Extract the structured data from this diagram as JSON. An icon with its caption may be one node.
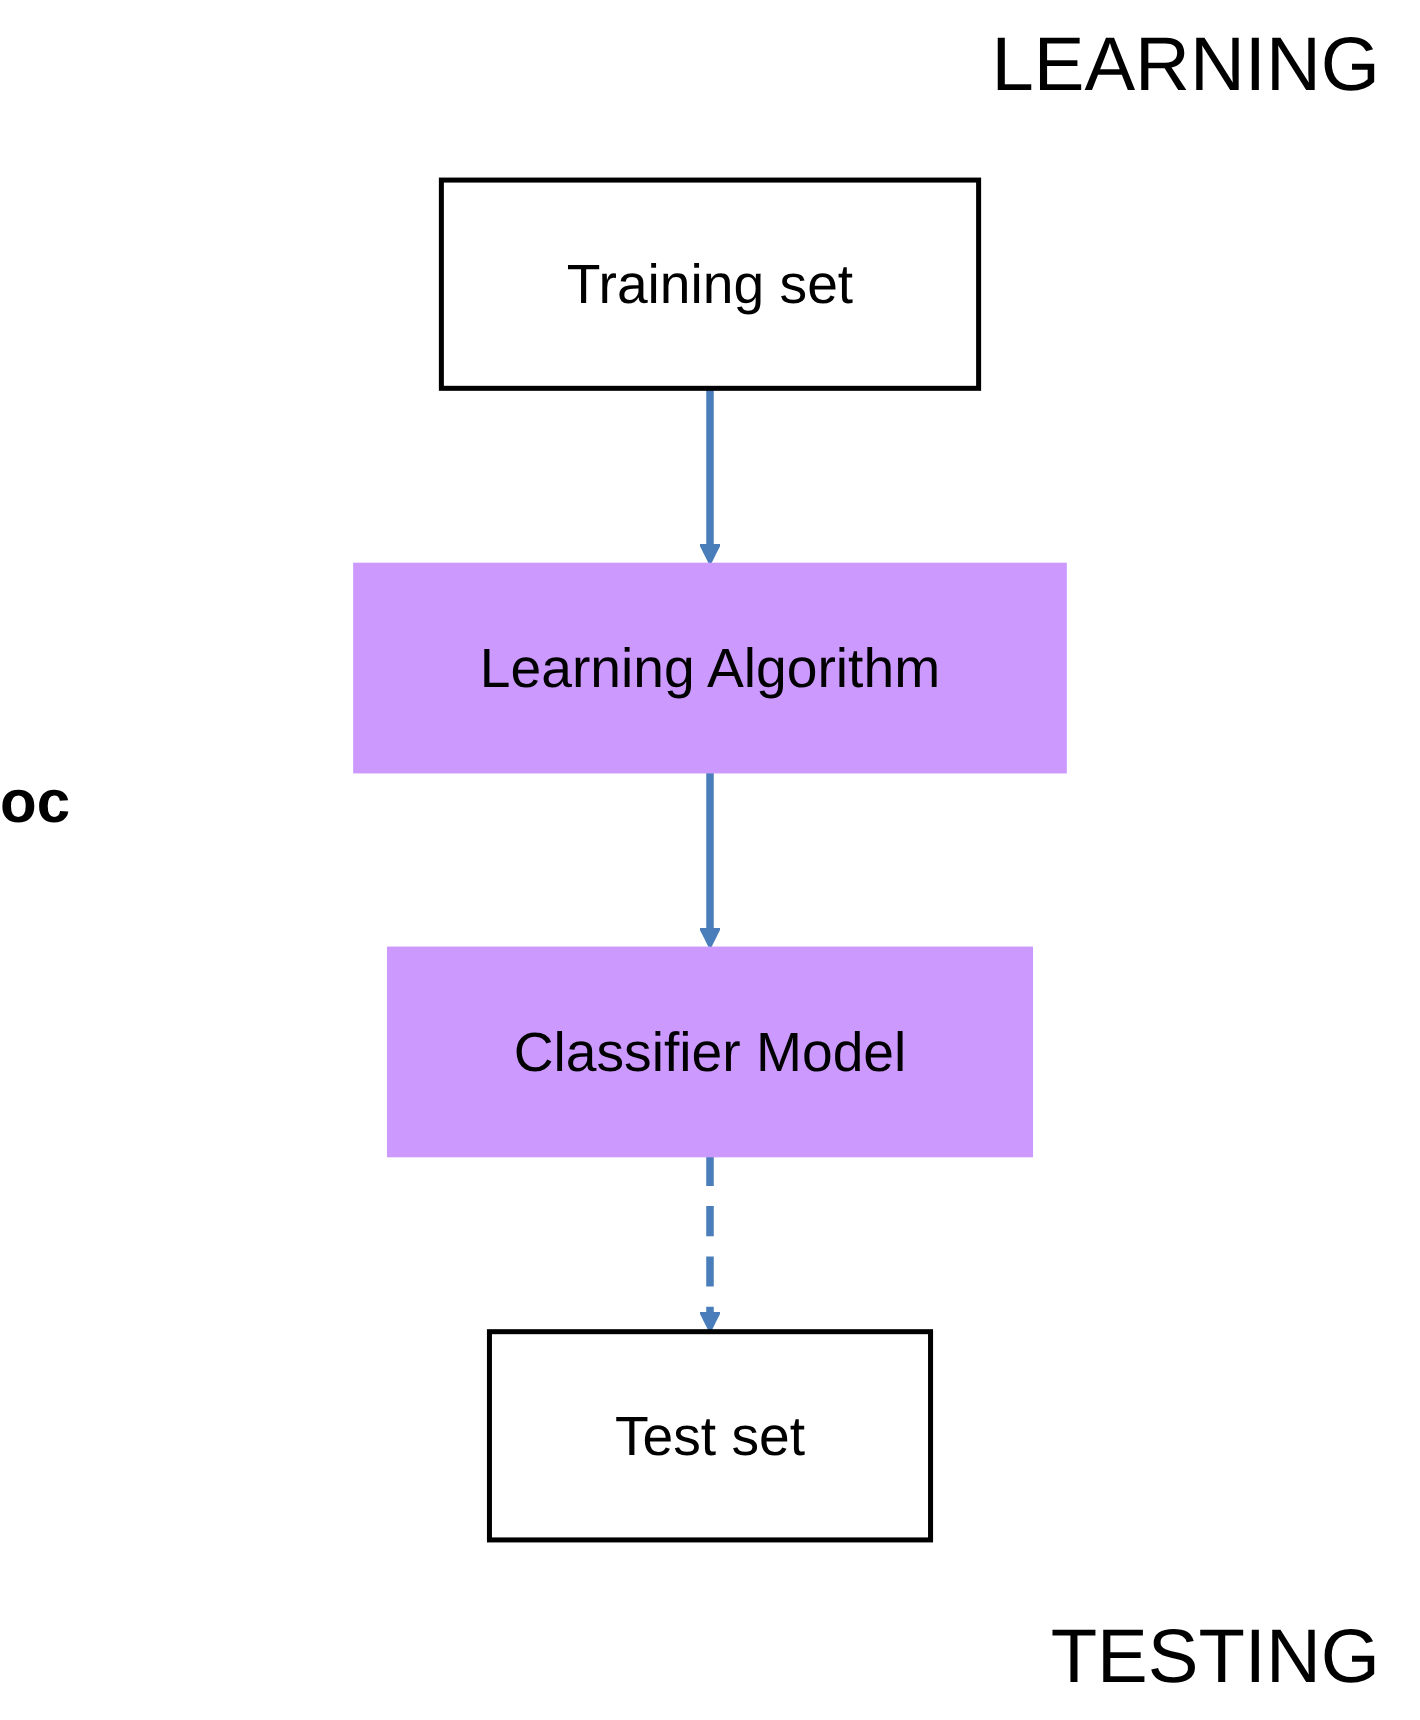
{
  "diagram": {
    "nodes": [
      {
        "text": [
          "Training set"
        ]
      },
      {
        "text": [
          "Learning Algorithm"
        ]
      },
      {
        "text": [
          "Classifier Model"
        ]
      },
      {
        "text": [
          "Test set"
        ]
      }
    ],
    "edges": [
      {
        "from": 0,
        "to": 1,
        "arrow": "to"
      },
      {
        "from": 1,
        "to": 2,
        "arrow": "to"
      },
      {
        "from": 2,
        "to": 3,
        "arrow": "to",
        "style": "dashed"
      }
    ],
    "labels": [
      "LEARNING",
      "oc",
      "TESTING"
    ]
  }
}
